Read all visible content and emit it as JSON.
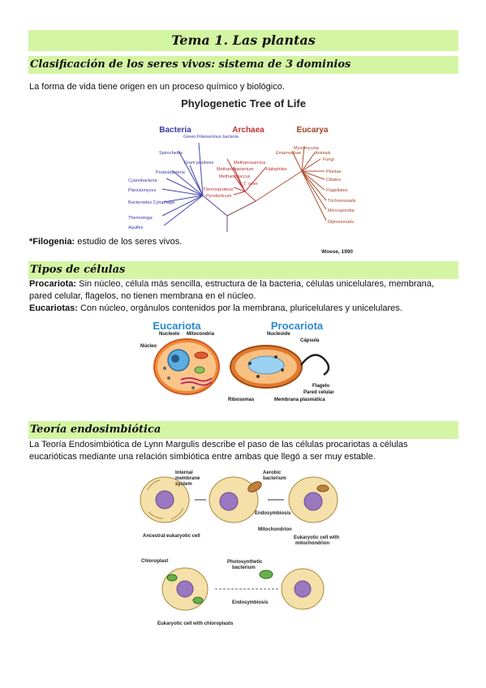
{
  "title": "Tema 1. Las plantas",
  "section1": {
    "heading": "Clasificación de los seres vivos: sistema de 3 dominios",
    "intro": "La forma de vida tiene origen en un proceso químico y biológico.",
    "tree": {
      "title": "Phylogenetic Tree of Life",
      "domains": [
        "Bacteria",
        "Archaea",
        "Eucarya"
      ],
      "bacteria": [
        "Green Filamentous bacteria",
        "Spirochetes",
        "Gram positives",
        "Proteobacteria",
        "Cyanobacteria",
        "Planctomyces",
        "Bacteroides Cytophaga",
        "Thermotoga",
        "Aquifex"
      ],
      "archaea": [
        "Methanosarcina",
        "Methanobacterium",
        "Halophiles",
        "Methanococcus",
        "T. celer",
        "Thermoproteus",
        "Pyrodicticum"
      ],
      "eucarya": [
        "Myxomycota",
        "Entamoebae",
        "Animals",
        "Fungi",
        "Plantae",
        "Ciliates",
        "Flagellates",
        "Trichomonads",
        "Microsporidia",
        "Diplomonads"
      ],
      "credit": "Woese, 1990"
    },
    "note_label": "*Filogenia:",
    "note_text": " estudio de los seres vivos."
  },
  "section2": {
    "heading": "Tipos de células",
    "p1_label": "Procariota:",
    "p1_text": " Sin núcleo, célula más sencilla, estructura de la bacteria, células unicelulares, membrana, pared celular, flagelos, no tienen membrana en el núcleo.",
    "p2_label": "Eucariotas:",
    "p2_text": " Con núcleo, orgánulos contenidos por la membrana, pluricelulares y unicelulares.",
    "figure": {
      "eu_title": "Eucariota",
      "pro_title": "Procariota",
      "labels": {
        "nucleolo": "Nucleolo",
        "mitocondria": "Mitocondria",
        "nucleo": "Núcleo",
        "ribosomas": "Ribosomas",
        "nucleoide": "Nucleoide",
        "capsula": "Cápsula",
        "flagelo": "Flagelo",
        "pared": "Pared celular",
        "membrana": "Membrana plasmática"
      }
    }
  },
  "section3": {
    "heading": "Teoría endosimbiótica",
    "text": "La Teoría Endosimbiótica de Lynn Margulis describe el paso de las células procariotas a células eucarióticas mediante una relación simbiótica entre ambas que llegó a ser muy estable.",
    "figure": {
      "internal": [
        "Internal",
        "membrane",
        "system"
      ],
      "aerobic": [
        "Aerobic",
        "bacterium"
      ],
      "endo1": "Endosymbiosis",
      "mito": "Mitochondrion",
      "ancestral": "Ancestral eukaryotic cell",
      "euk_mito": [
        "Eukaryotic cell with",
        "mitochondrion"
      ],
      "chloroplast": "Chloroplast",
      "photo": [
        "Photosynthetic",
        "bacterium"
      ],
      "endo2": "Endosymbiosis",
      "euk_chloro": "Eukaryotic cell with chloroplasts"
    }
  }
}
